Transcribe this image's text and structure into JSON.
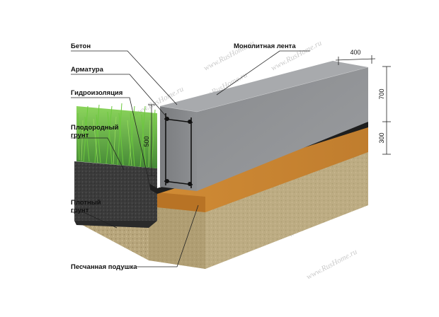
{
  "labels": {
    "concrete": "Бетон",
    "monolithic_strip": "Монолитная лента",
    "rebar": "Арматура",
    "waterproofing": "Гидроизоляция",
    "fertile_soil_line1": "Плодородный",
    "fertile_soil_line2": "грунт",
    "dense_soil_line1": "Плотный",
    "dense_soil_line2": "грунт",
    "sand_cushion": "Песчанная подушка"
  },
  "dimensions": {
    "width": "400",
    "height_above": "700",
    "height_below": "300",
    "depth": "500"
  },
  "watermark": "www.RusHome.ru",
  "colors": {
    "concrete": "#8b8d90",
    "concrete_top": "#a3a5a8",
    "sand": "#c98a3a",
    "dense_soil": "#b9a77e",
    "fertile_soil": "#3a3a3a",
    "grass": "#5db83a"
  }
}
